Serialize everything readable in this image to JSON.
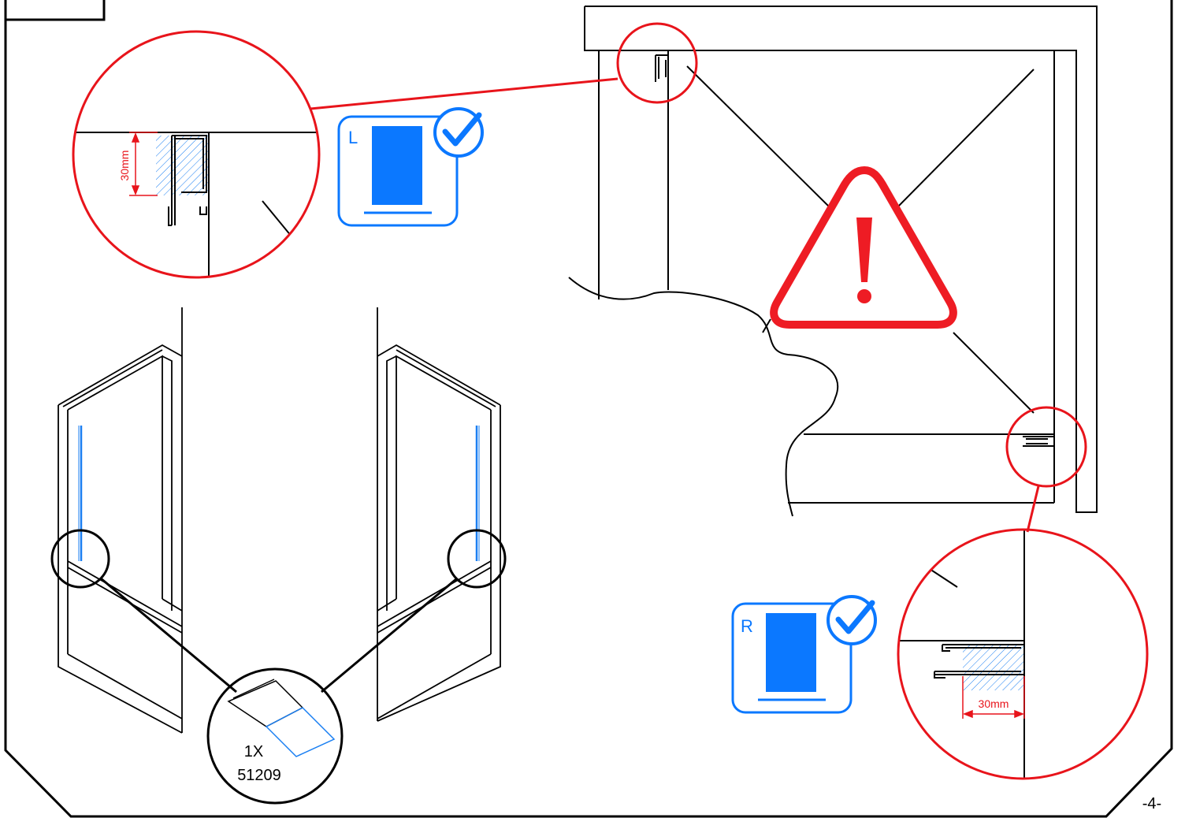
{
  "page": {
    "number": "-4-"
  },
  "detail_left": {
    "dimension": "30mm",
    "badge_letter": "L"
  },
  "detail_right": {
    "dimension": "30mm",
    "badge_letter": "R"
  },
  "part_callout": {
    "quantity": "1X",
    "part_number": "51209"
  },
  "colors": {
    "ink": "#000000",
    "highlight_red": "#e8141b",
    "accent_blue": "#1a7ff2",
    "badge_blue": "#0b78ff",
    "warning_red": "#ee1c24"
  },
  "icons": [
    "warning-triangle-icon",
    "checkmark-circle-icon"
  ]
}
